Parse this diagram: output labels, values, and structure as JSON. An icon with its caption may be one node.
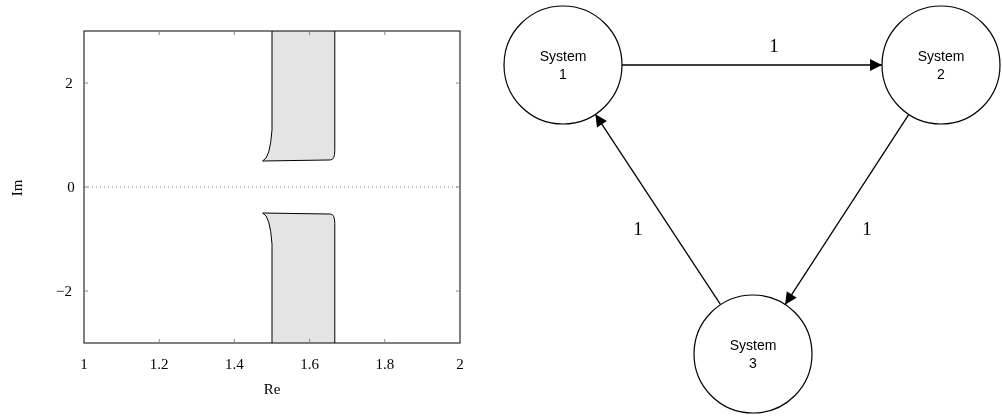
{
  "diagram": {
    "nodes": [
      {
        "text": [
          "System 1"
        ]
      },
      {
        "text": [
          "System 2"
        ]
      },
      {
        "text": [
          "System 3"
        ]
      }
    ],
    "edges": [
      {
        "from": 0,
        "to": 1,
        "arrow": "to",
        "label": "1"
      },
      {
        "from": 1,
        "to": 2,
        "arrow": "to",
        "label": "1"
      },
      {
        "from": 2,
        "to": 0,
        "arrow": "to",
        "label": "1"
      }
    ],
    "labels": [
      "2",
      "0",
      "−2",
      "1",
      "1.2",
      "1.4",
      "1.6",
      "1.8",
      "2",
      "Re",
      "Im"
    ]
  }
}
